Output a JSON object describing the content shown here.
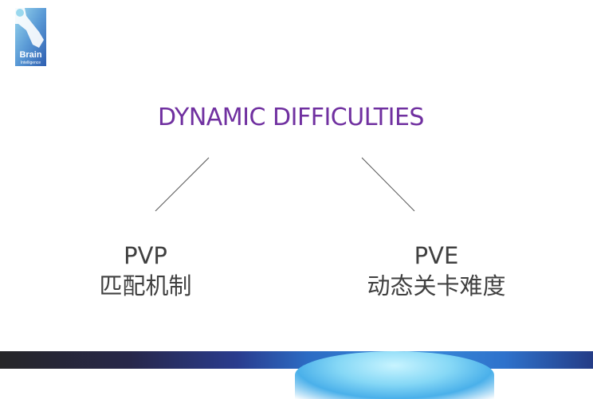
{
  "logo": {
    "text": "Brain",
    "subtext": "Intelligence",
    "icon": "brain-intelligence-logo"
  },
  "title": "DYNAMIC DIFFICULTIES",
  "branches": [
    {
      "label": "PVP",
      "description": "匹配机制"
    },
    {
      "label": "PVE",
      "description": "动态关卡难度"
    }
  ],
  "colors": {
    "title": "#7030a0",
    "text": "#404040"
  }
}
